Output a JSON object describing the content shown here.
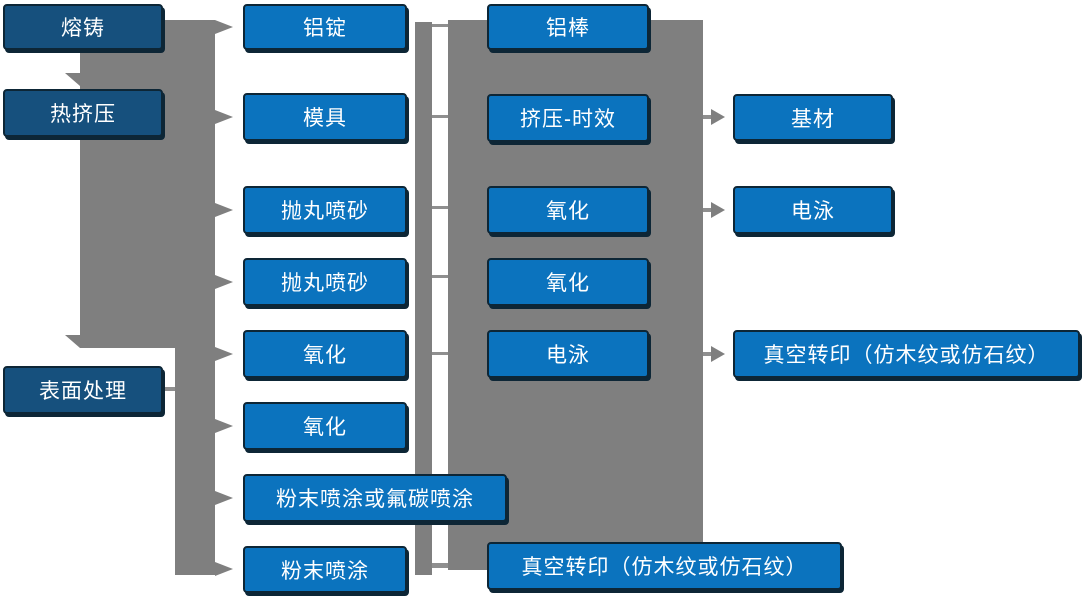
{
  "colors": {
    "box_blue": "#0b73be",
    "box_dark_blue": "#16507d",
    "box_outline": "#0d2636",
    "connector_gray": "#7f7f7f",
    "link_gray": "#8f8f8f",
    "text": "#ffffff",
    "background": "#ffffff"
  },
  "nodes": {
    "melting_casting": {
      "label": "熔铸"
    },
    "hot_extrusion": {
      "label": "热挤压"
    },
    "surface_treatment": {
      "label": "表面处理"
    },
    "aluminum_ingot": {
      "label": "铝锭"
    },
    "mold": {
      "label": "模具"
    },
    "shot_blasting_1": {
      "label": "抛丸喷砂"
    },
    "shot_blasting_2": {
      "label": "抛丸喷砂"
    },
    "oxidation_1": {
      "label": "氧化"
    },
    "oxidation_2": {
      "label": "氧化"
    },
    "powder_or_fluorocarbon_coating": {
      "label": "粉末喷涂或氟碳喷涂"
    },
    "powder_coating": {
      "label": "粉末喷涂"
    },
    "aluminum_rod": {
      "label": "铝棒"
    },
    "extrusion_aging": {
      "label": "挤压-时效"
    },
    "oxidation_3": {
      "label": "氧化"
    },
    "oxidation_4": {
      "label": "氧化"
    },
    "electrophoresis_1": {
      "label": "电泳"
    },
    "vacuum_transfer_bottom": {
      "label": "真空转印（仿木纹或仿石纹）"
    },
    "substrate": {
      "label": "基材"
    },
    "electrophoresis_2": {
      "label": "电泳"
    },
    "vacuum_transfer_right": {
      "label": "真空转印（仿木纹或仿石纹）"
    }
  }
}
